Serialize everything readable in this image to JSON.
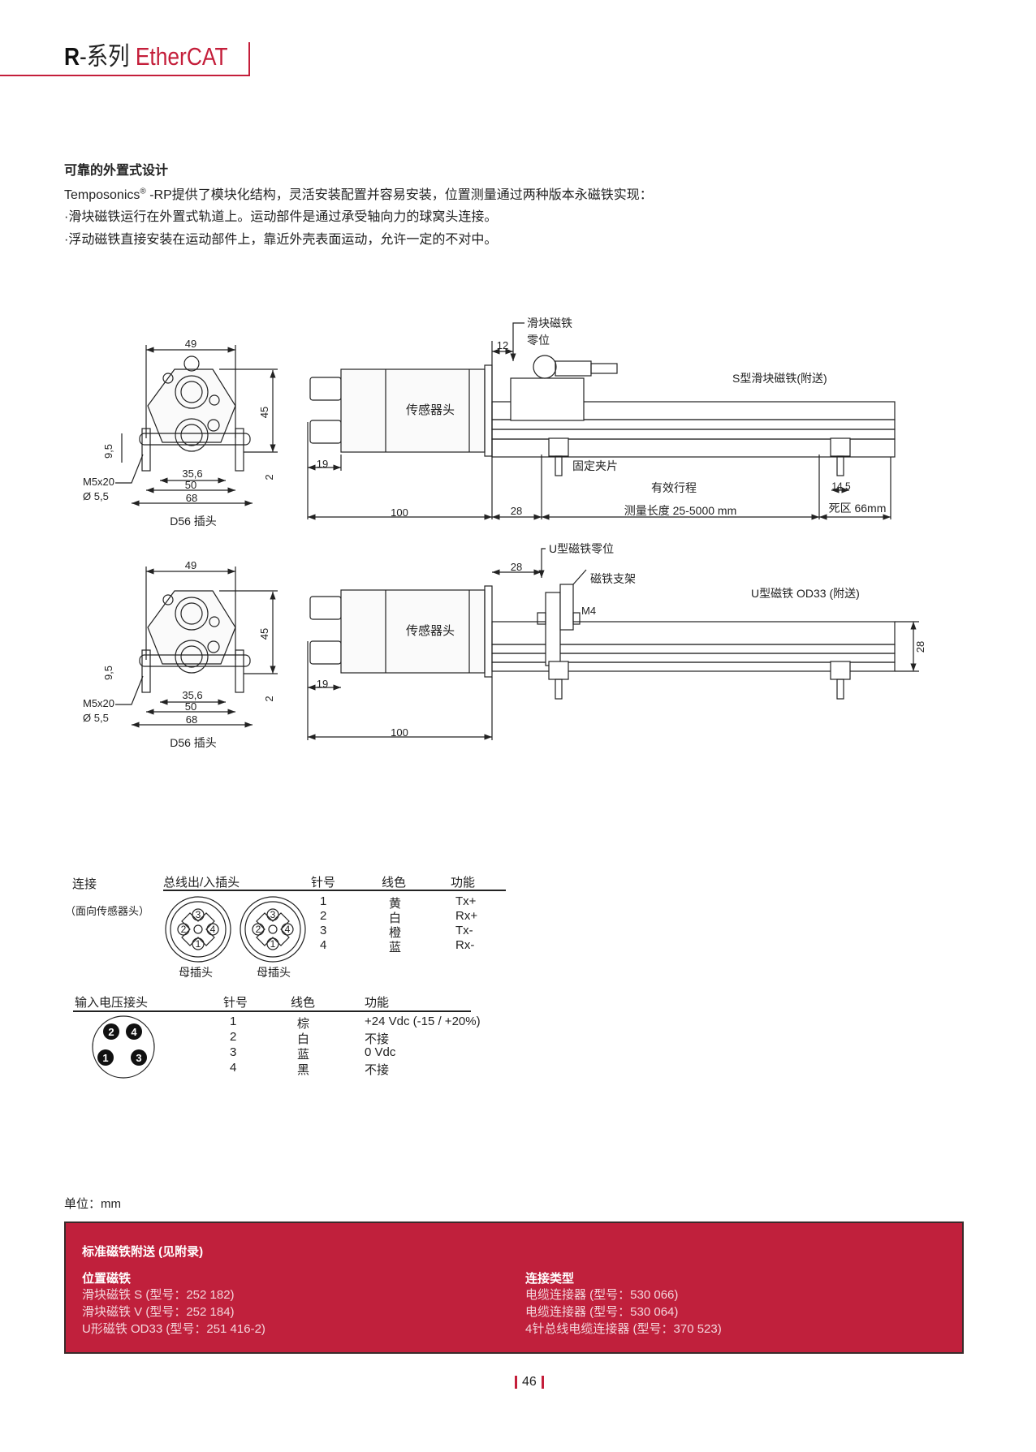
{
  "header": {
    "series_letter": "R",
    "series_suffix": "-系列",
    "product": "EtherCAT",
    "accent_color": "#c41e3a"
  },
  "intro": {
    "title": "可靠的外置式设计",
    "brand": "Temposonics",
    "registered": "®",
    "line1_rest": " -RP提供了模块化结构，灵活安装配置并容易安装，位置测量通过两种版本永磁铁实现：",
    "line2": "·滑块磁铁运行在外置式轨道上。运动部件是通过承受轴向力的球窝头连接。",
    "line3": "·浮动磁铁直接安装在运动部件上，靠近外壳表面运动，允许一定的不对中。"
  },
  "drawing_top": {
    "front": {
      "dim_width": "49",
      "dim_height": "45",
      "dim_9_5": "9,5",
      "dim_2": "2",
      "dim_35_6": "35,6",
      "dim_50": "50",
      "dim_68": "68",
      "screw": "M5x20",
      "hole": "Ø 5,5",
      "caption": "D56 插头"
    },
    "side": {
      "sensor_head": "传感器头",
      "zero_label_1": "滑块磁铁",
      "zero_label_2": "零位",
      "dim_12": "12",
      "magnet_label": "S型滑块磁铁(附送)",
      "clamp_label": "固定夹片",
      "stroke_label": "有效行程",
      "dim_19": "19",
      "dim_100": "100",
      "dim_28": "28",
      "measure_length": "测量长度 25-5000 mm",
      "dead_zone": "死区 66mm",
      "dim_14_5": "14,5"
    }
  },
  "drawing_bottom": {
    "front": {
      "dim_width": "49",
      "dim_height": "45",
      "dim_9_5": "9,5",
      "dim_2": "2",
      "dim_35_6": "35,6",
      "dim_50": "50",
      "dim_68": "68",
      "screw": "M5x20",
      "hole": "Ø 5,5",
      "caption": "D56 插头"
    },
    "side": {
      "sensor_head": "传感器头",
      "zero_label": "U型磁铁零位",
      "dim_28": "28",
      "holder_label": "磁铁支架",
      "thread": "M4",
      "magnet_label": "U型磁铁 OD33 (附送)",
      "dim_28_v": "28",
      "dim_19": "19",
      "dim_100": "100"
    }
  },
  "bus_table": {
    "label": "连接",
    "sublabel": "（面向传感器头）",
    "headers": [
      "总线出/入插头",
      "针号",
      "线色",
      "功能"
    ],
    "rows": [
      {
        "pin": "1",
        "color": "黄",
        "function": "Tx+"
      },
      {
        "pin": "2",
        "color": "白",
        "function": "Rx+"
      },
      {
        "pin": "3",
        "color": "橙",
        "function": "Tx-"
      },
      {
        "pin": "4",
        "color": "蓝",
        "function": "Rx-"
      }
    ],
    "connector_captions": [
      "母插头",
      "母插头"
    ],
    "pin_numbers": [
      "1",
      "2",
      "3",
      "4"
    ]
  },
  "power_table": {
    "headers": [
      "输入电压接头",
      "针号",
      "线色",
      "功能"
    ],
    "rows": [
      {
        "pin": "1",
        "color": "棕",
        "function": "+24 Vdc (-15 / +20%)"
      },
      {
        "pin": "2",
        "color": "白",
        "function": "不接"
      },
      {
        "pin": "3",
        "color": "蓝",
        "function": "0 Vdc"
      },
      {
        "pin": "4",
        "color": "黑",
        "function": "不接"
      }
    ],
    "pin_numbers": [
      "1",
      "2",
      "3",
      "4"
    ]
  },
  "unit_note": "单位：mm",
  "info_box": {
    "background_color": "#c0203c",
    "title": "标准磁铁附送 (见附录)",
    "left": {
      "heading": "位置磁铁",
      "items": [
        "滑块磁铁 S (型号：252  182)",
        "滑块磁铁 V (型号：252  184)",
        "U形磁铁 OD33 (型号：251 416-2)"
      ]
    },
    "right": {
      "heading": "连接类型",
      "items": [
        "电缆连接器 (型号：530 066)",
        "电缆连接器 (型号：530 064)",
        "4针总线电缆连接器 (型号：370 523)"
      ]
    }
  },
  "page_number": "46"
}
